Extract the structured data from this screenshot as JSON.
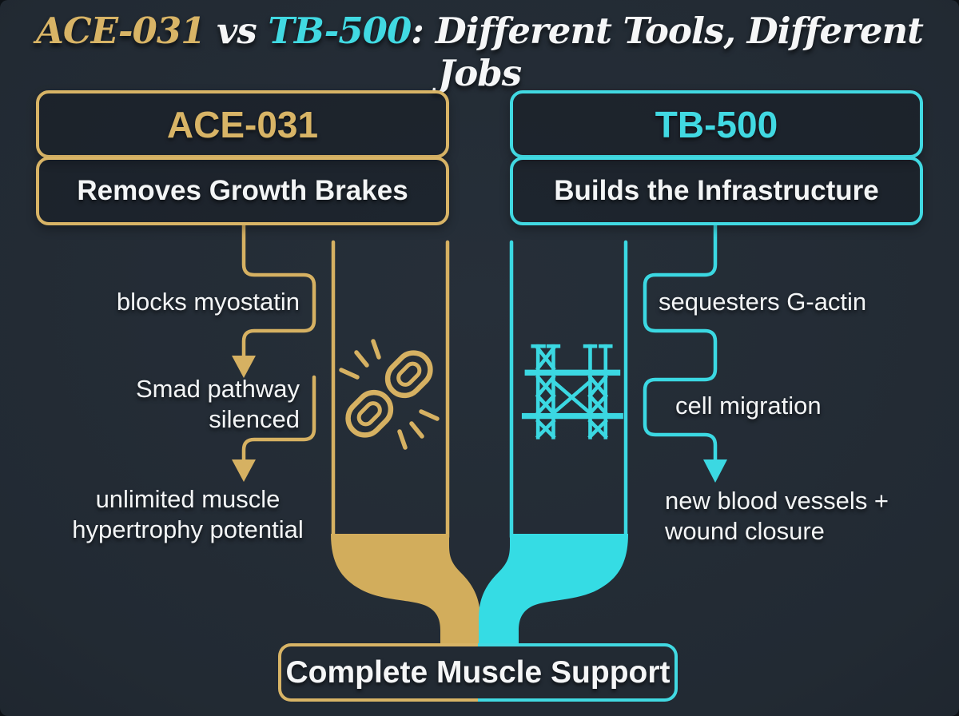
{
  "title": {
    "ace": "ACE-031",
    "vs": " vs ",
    "tb": "TB-500",
    "rest": ": Different Tools, Different Jobs"
  },
  "colors": {
    "background": "#222a33",
    "gold": "#d6b162",
    "cyan": "#3bd8e2",
    "text": "#f3f5f6"
  },
  "left": {
    "header": "ACE-031",
    "subtitle": "Removes Growth Brakes",
    "icon": "broken-chain-icon",
    "steps": [
      "blocks myostatin",
      "Smad pathway silenced",
      "unlimited muscle hypertrophy potential"
    ]
  },
  "right": {
    "header": "TB-500",
    "subtitle": "Builds the Infrastructure",
    "icon": "scaffolding-icon",
    "steps": [
      "sequesters G-actin",
      "cell migration",
      "new blood vessels + wound closure"
    ]
  },
  "footer": {
    "label": "Complete Muscle Support"
  }
}
